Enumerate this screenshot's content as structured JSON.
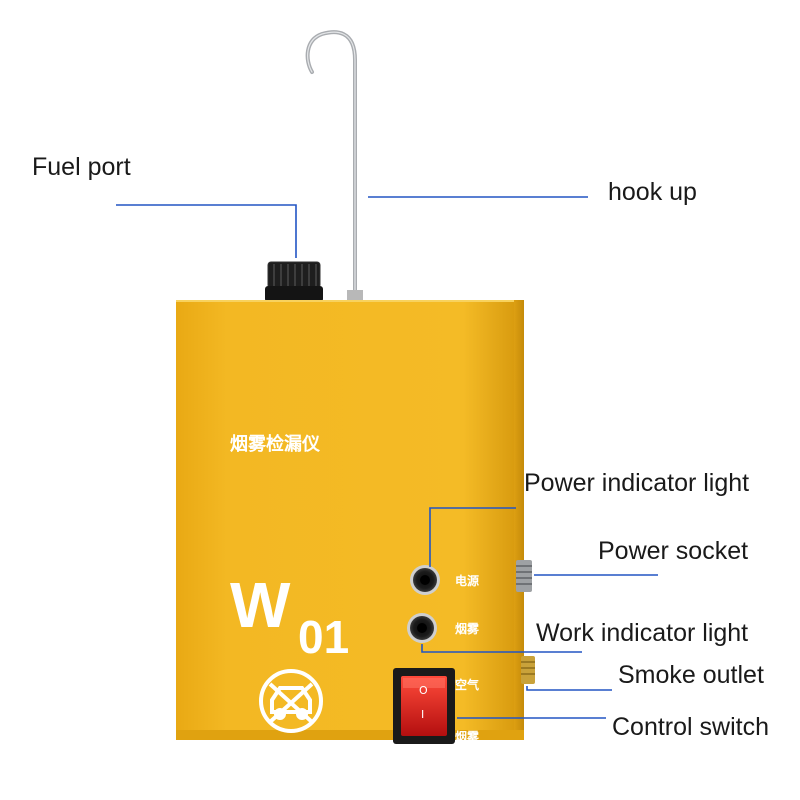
{
  "callouts": {
    "fuel_port": "Fuel port",
    "hook_up": "hook up",
    "power_indicator_light": "Power indicator light",
    "power_socket": "Power socket",
    "work_indicator_light": "Work indicator light",
    "smoke_outlet": "Smoke outlet",
    "control_switch": "Control switch"
  },
  "device": {
    "name_cn": "烟雾检漏仪",
    "model_letter": "W",
    "model_number": "01",
    "label_power": "电源",
    "label_smoke_1": "烟雾",
    "label_air": "空气",
    "label_smoke_2": "烟雾",
    "switch_on_mark": "O",
    "switch_off_mark": "I"
  },
  "colors": {
    "body": "#f2b51e",
    "leader_line": "#2255c4",
    "switch": "#d81c1c",
    "hook": "#a9acb0"
  }
}
